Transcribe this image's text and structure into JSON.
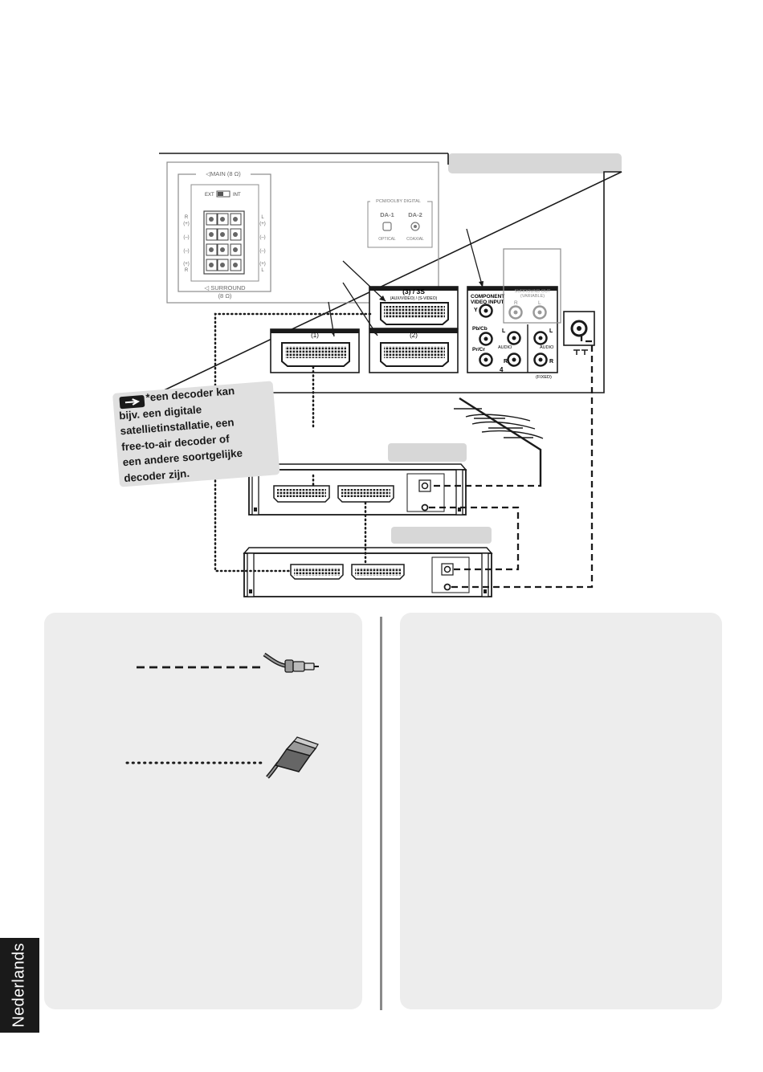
{
  "callout": {
    "lines": [
      "*een decoder kan",
      "bijv. een digitale",
      "satellietinstallatie, een",
      "free-to-air decoder of",
      "een andere soortgelijke",
      "decoder zijn."
    ]
  },
  "tv_rear": {
    "speaker_block": {
      "main_label": "◁MAIN (8 Ω)",
      "surround_label": "◁ SURROUND",
      "surround_ohm": "(8 Ω)",
      "ext": "EXT",
      "int": "INT",
      "right_labels": [
        "R",
        "(+)",
        "(–)",
        "(–)",
        "(+)",
        "R"
      ],
      "left_labels": [
        "L",
        "(+)",
        "(–)",
        "(–)",
        "(+)",
        "L"
      ]
    },
    "digital_block": {
      "title": "PCM/DOLBY DIGITAL",
      "da1": "DA-1",
      "da2": "DA-2",
      "optical": "OPTICAL",
      "coaxial": "COAXIAL"
    },
    "scart3": {
      "label": "(3) / 3S",
      "sublabel": "(AUX/VIDEO) / (S-VIDEO)"
    },
    "scart1": {
      "label": "(1)"
    },
    "scart2": {
      "label": "(2)"
    },
    "component": {
      "title1": "COMPONENT",
      "title2": "VIDEO INPUT",
      "y": "Y",
      "pb": "Pb/Cb",
      "pr": "Pr/Cr",
      "audio": "AUDIO",
      "l": "L",
      "r": "R",
      "input4": "4"
    },
    "surround_out": {
      "title": "SURROUND OUT",
      "subtitle": "(VARIABLE)",
      "r": "R",
      "l": "L"
    },
    "fixed_out": {
      "audio": "AUDIO",
      "l": "L",
      "r": "R",
      "fixed": "(FIXED)"
    }
  },
  "sidebar": {
    "language": "Nederlands"
  },
  "colors": {
    "label_bar": "#d7d7d7",
    "panel": "#ededed",
    "tab": "#1a1a1a"
  }
}
